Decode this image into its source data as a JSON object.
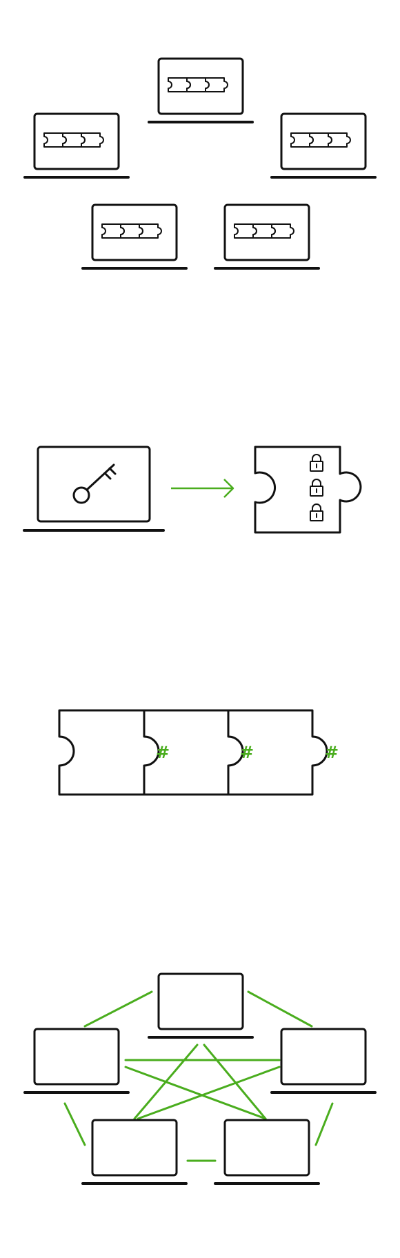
{
  "colors": {
    "stroke": "#111111",
    "accent": "#4aad1e",
    "background": "#ffffff"
  },
  "panels": [
    {
      "name": "distributed-laptops-with-chains",
      "laptops": 5,
      "blocks_per_laptop": 3
    },
    {
      "name": "key-signs-block",
      "icons": [
        "laptop-icon",
        "key-icon",
        "arrow-icon",
        "puzzle-block-icon",
        "padlock-icon"
      ],
      "padlocks": 3
    },
    {
      "name": "hash-linked-chain",
      "blocks": 3,
      "hash_symbol": "#"
    },
    {
      "name": "peer-to-peer-network",
      "laptops": 5,
      "connections": 10
    }
  ]
}
